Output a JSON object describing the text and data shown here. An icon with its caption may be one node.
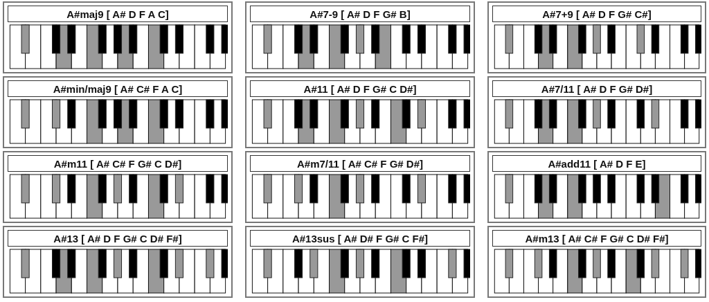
{
  "diagram": {
    "nodes": [
      {
        "text": [
          "A#maj9 [ A# D F A C]"
        ]
      },
      {
        "text": [
          "A#7-9 [ A# D F G# B]"
        ]
      },
      {
        "text": [
          "A#7+9 [ A# D F G# C#]"
        ]
      },
      {
        "text": [
          "A#min/maj9 [ A# C# F A C]"
        ]
      },
      {
        "text": [
          "A#11 [ A# D F G# C D#]"
        ]
      },
      {
        "text": [
          "A#7/11 [ A# D F G# D#]"
        ]
      },
      {
        "text": [
          "A#m11 [ A# C# F G# C D#]"
        ]
      },
      {
        "text": [
          "A#m7/11 [ A# C# F G# D#]"
        ]
      },
      {
        "text": [
          "A#add11 [ A# D F E]"
        ]
      },
      {
        "text": [
          "A#13 [ A# D F G# C D# F#]"
        ]
      },
      {
        "text": [
          "A#13sus [ A# D# F G# C F#]"
        ]
      },
      {
        "text": [
          "A#m13 [ A# C# F G# C D# F#]"
        ]
      }
    ]
  }
}
